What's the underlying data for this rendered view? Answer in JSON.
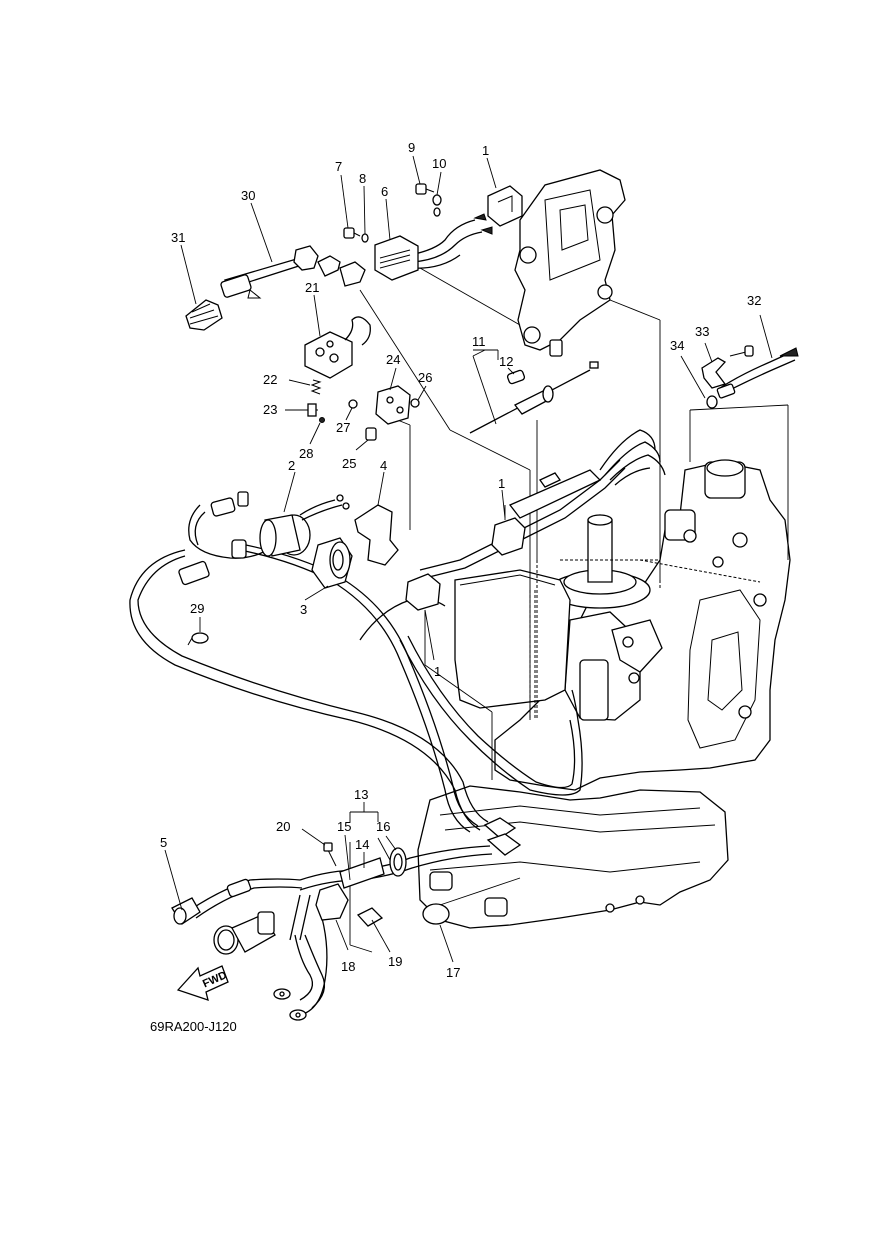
{
  "diagram": {
    "code": "69RA200-J120",
    "fwd_label": "FWD",
    "labels": [
      {
        "id": "1a",
        "text": "1"
      },
      {
        "id": "1b",
        "text": "1"
      },
      {
        "id": "1c",
        "text": "1"
      },
      {
        "id": "2",
        "text": "2"
      },
      {
        "id": "3",
        "text": "3"
      },
      {
        "id": "4",
        "text": "4"
      },
      {
        "id": "5",
        "text": "5"
      },
      {
        "id": "6",
        "text": "6"
      },
      {
        "id": "7",
        "text": "7"
      },
      {
        "id": "8",
        "text": "8"
      },
      {
        "id": "9",
        "text": "9"
      },
      {
        "id": "10",
        "text": "10"
      },
      {
        "id": "11",
        "text": "11"
      },
      {
        "id": "12",
        "text": "12"
      },
      {
        "id": "13",
        "text": "13"
      },
      {
        "id": "14",
        "text": "14"
      },
      {
        "id": "15",
        "text": "15"
      },
      {
        "id": "16",
        "text": "16"
      },
      {
        "id": "17",
        "text": "17"
      },
      {
        "id": "18",
        "text": "18"
      },
      {
        "id": "19",
        "text": "19"
      },
      {
        "id": "20",
        "text": "20"
      },
      {
        "id": "21",
        "text": "21"
      },
      {
        "id": "22",
        "text": "22"
      },
      {
        "id": "23",
        "text": "23"
      },
      {
        "id": "24",
        "text": "24"
      },
      {
        "id": "25",
        "text": "25"
      },
      {
        "id": "26",
        "text": "26"
      },
      {
        "id": "27",
        "text": "27"
      },
      {
        "id": "28",
        "text": "28"
      },
      {
        "id": "29",
        "text": "29"
      },
      {
        "id": "30",
        "text": "30"
      },
      {
        "id": "31",
        "text": "31"
      },
      {
        "id": "32",
        "text": "32"
      },
      {
        "id": "33",
        "text": "33"
      },
      {
        "id": "34",
        "text": "34"
      }
    ]
  }
}
